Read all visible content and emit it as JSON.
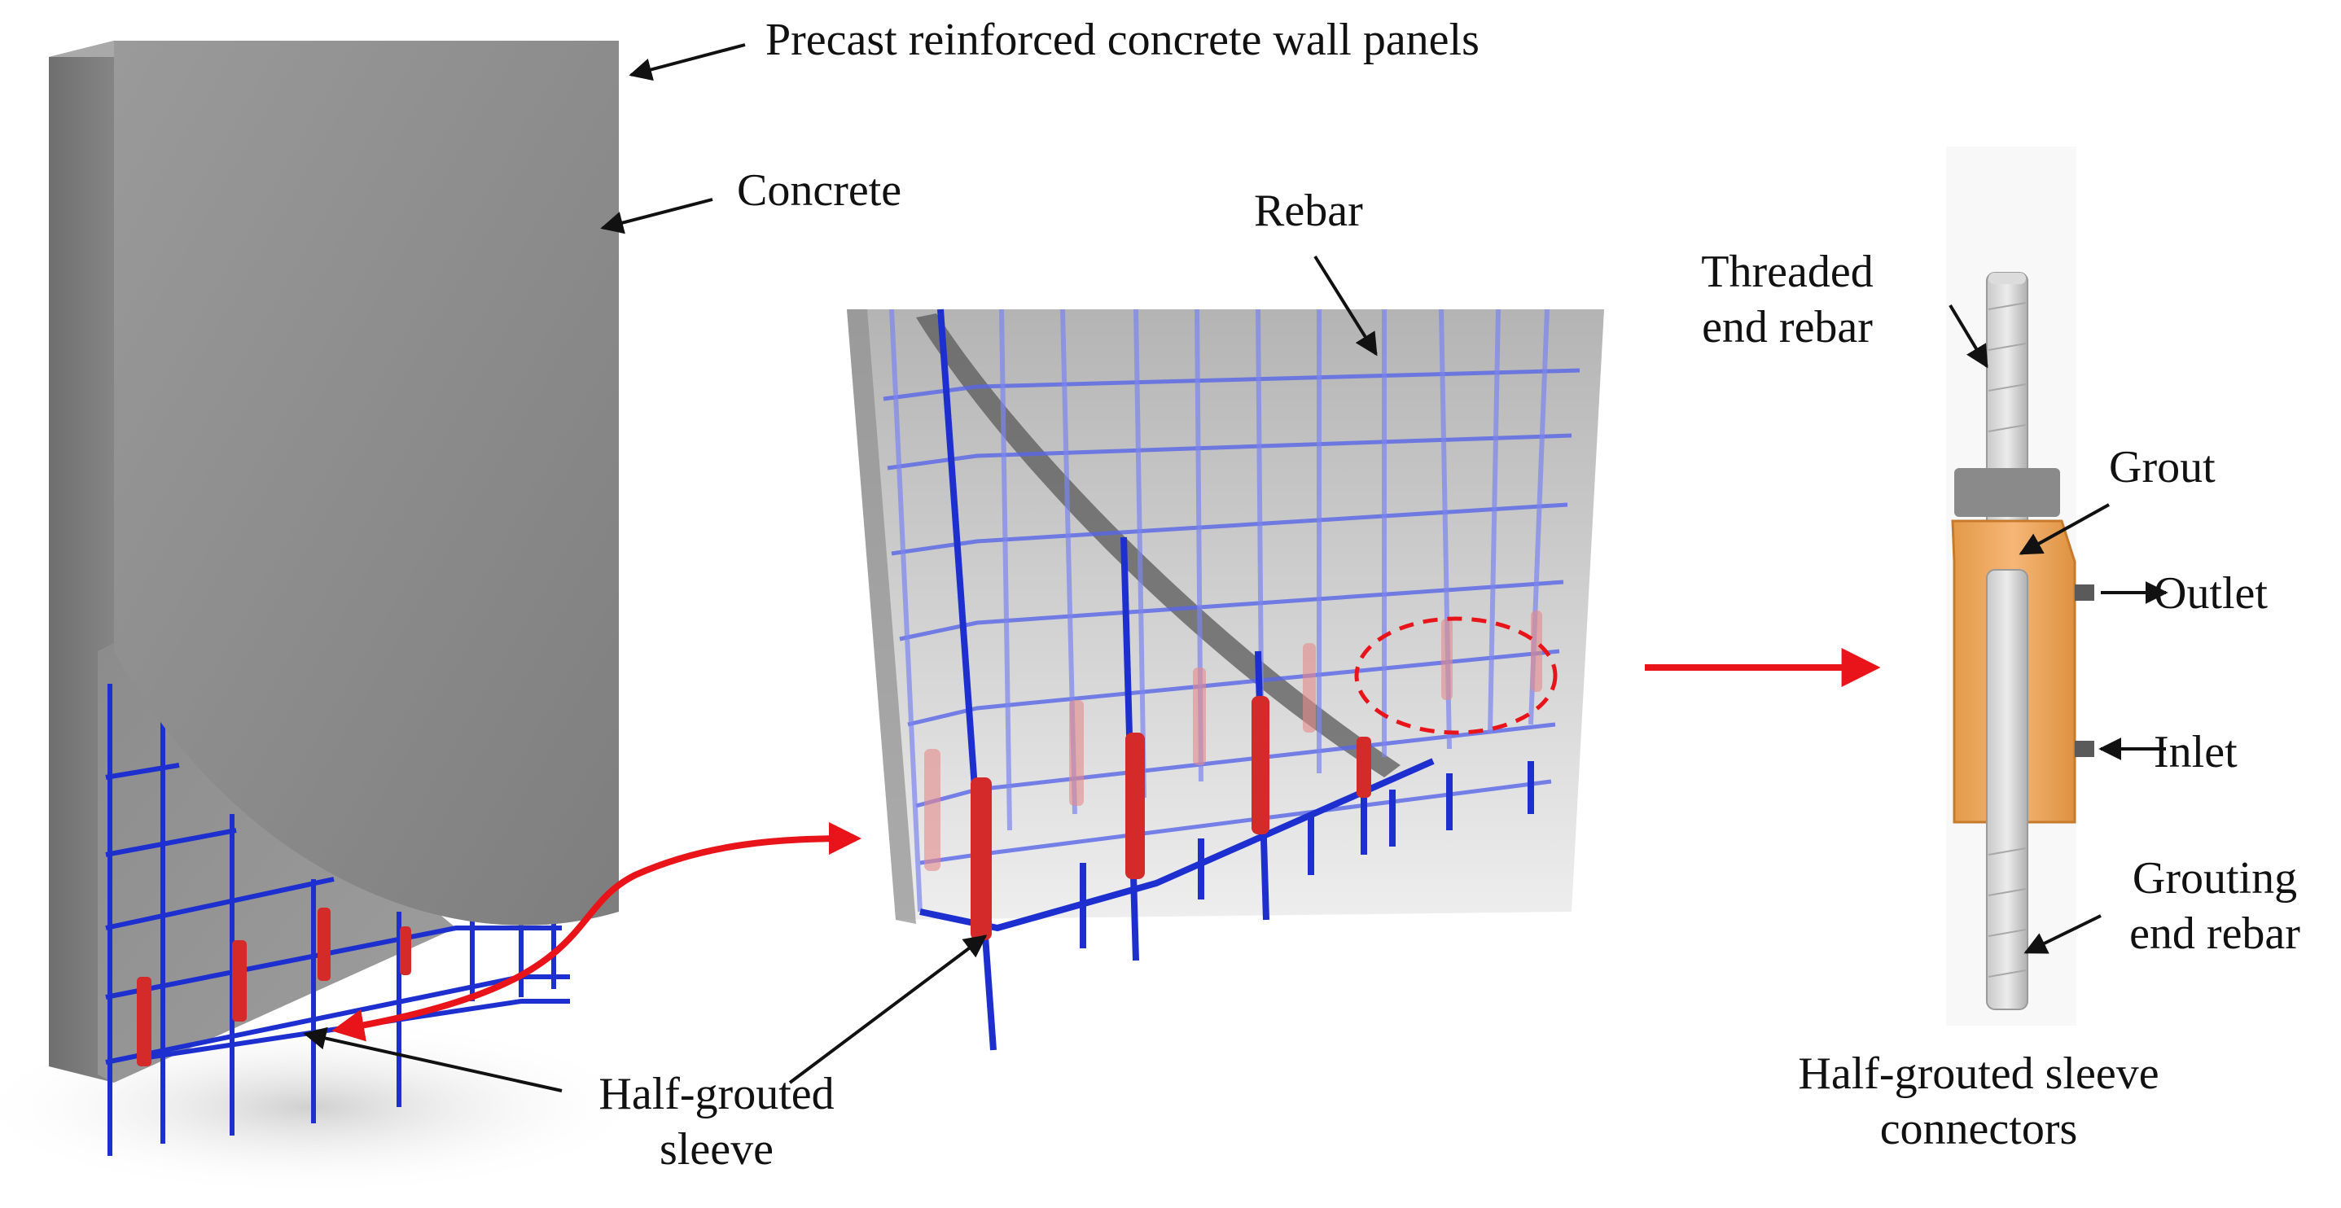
{
  "labels": {
    "wall_panels": "Precast reinforced concrete wall panels",
    "concrete": "Concrete",
    "rebar": "Rebar",
    "threaded_end_rebar_1": "Threaded",
    "threaded_end_rebar_2": "end rebar",
    "grout": "Grout",
    "outlet": "Outlet",
    "inlet": "Inlet",
    "grouting_end_rebar_1": "Grouting",
    "grouting_end_rebar_2": "end rebar",
    "half_grouted_sleeve_1": "Half-grouted",
    "half_grouted_sleeve_2": "sleeve",
    "connectors_caption_1": "Half-grouted sleeve",
    "connectors_caption_2": "connectors"
  },
  "colors": {
    "concrete": "#8a8a8a",
    "rebar": "#1e2fd0",
    "sleeve": "#d42a2a",
    "grout": "#f0a85a",
    "arrow": "#e8141a"
  }
}
